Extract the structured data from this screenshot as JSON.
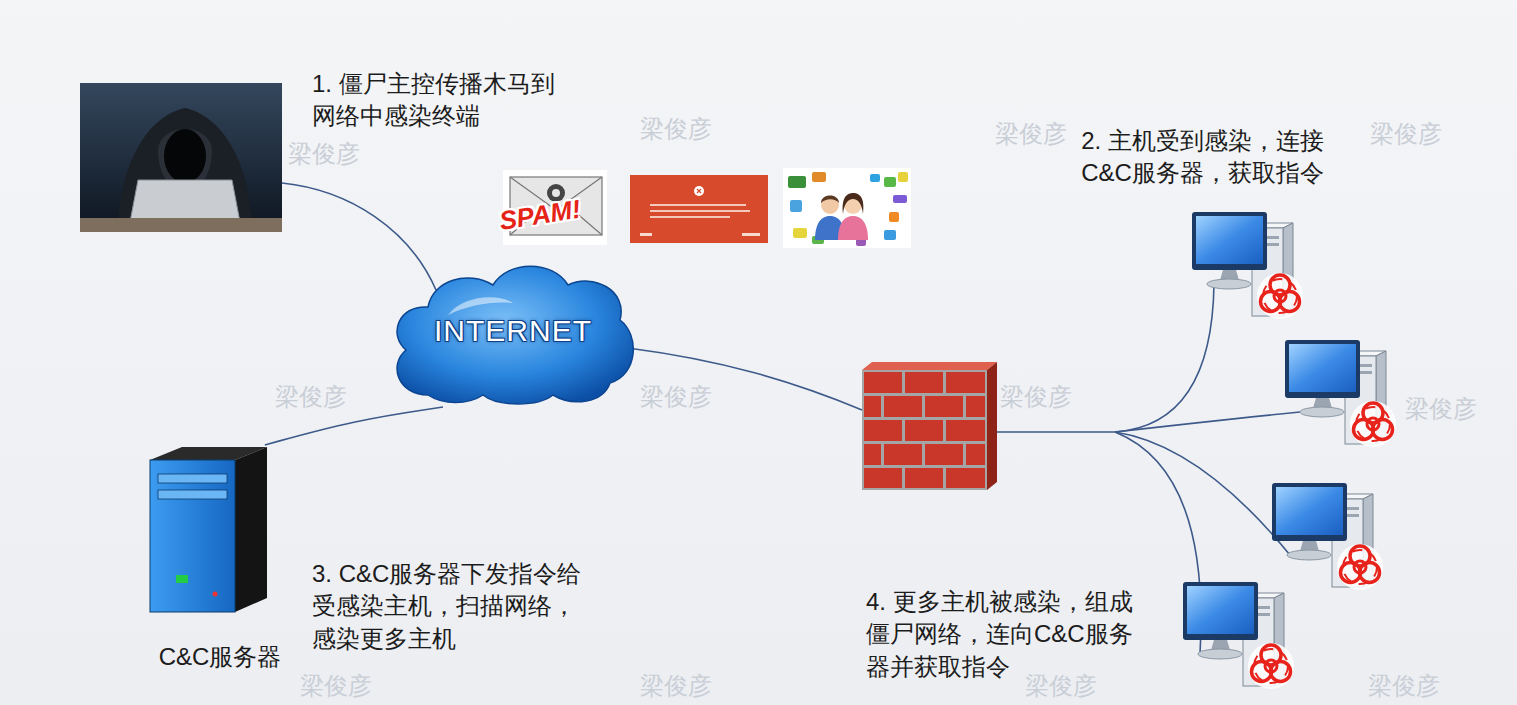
{
  "diagram": {
    "nodes": [
      {
        "text": [
          "INTERNET"
        ]
      },
      {
        "text": [
          "C&C服务器"
        ]
      }
    ],
    "edges": [
      {
        "from": 1,
        "to": 0,
        "arrow": "none"
      }
    ],
    "labels": [
      "1. 僵尸主控传播木马到网络中感染终端",
      "SPAM!",
      "2. 主机受到感染，连接C&C服务器，获取指令",
      "3. C&C服务器下发指令给受感染主机，扫描网络，感染更多主机",
      "4. 更多主机被感染，组成僵尸网络，连向C&C服务器并获取指令",
      "梁俊彦",
      "梁俊彦",
      "梁俊彦",
      "梁俊彦",
      "梁俊彦",
      "梁俊彦",
      "梁俊彦",
      "梁俊彦",
      "梁俊彦",
      "梁俊彦",
      "梁俊彦",
      "梁俊彦"
    ]
  }
}
